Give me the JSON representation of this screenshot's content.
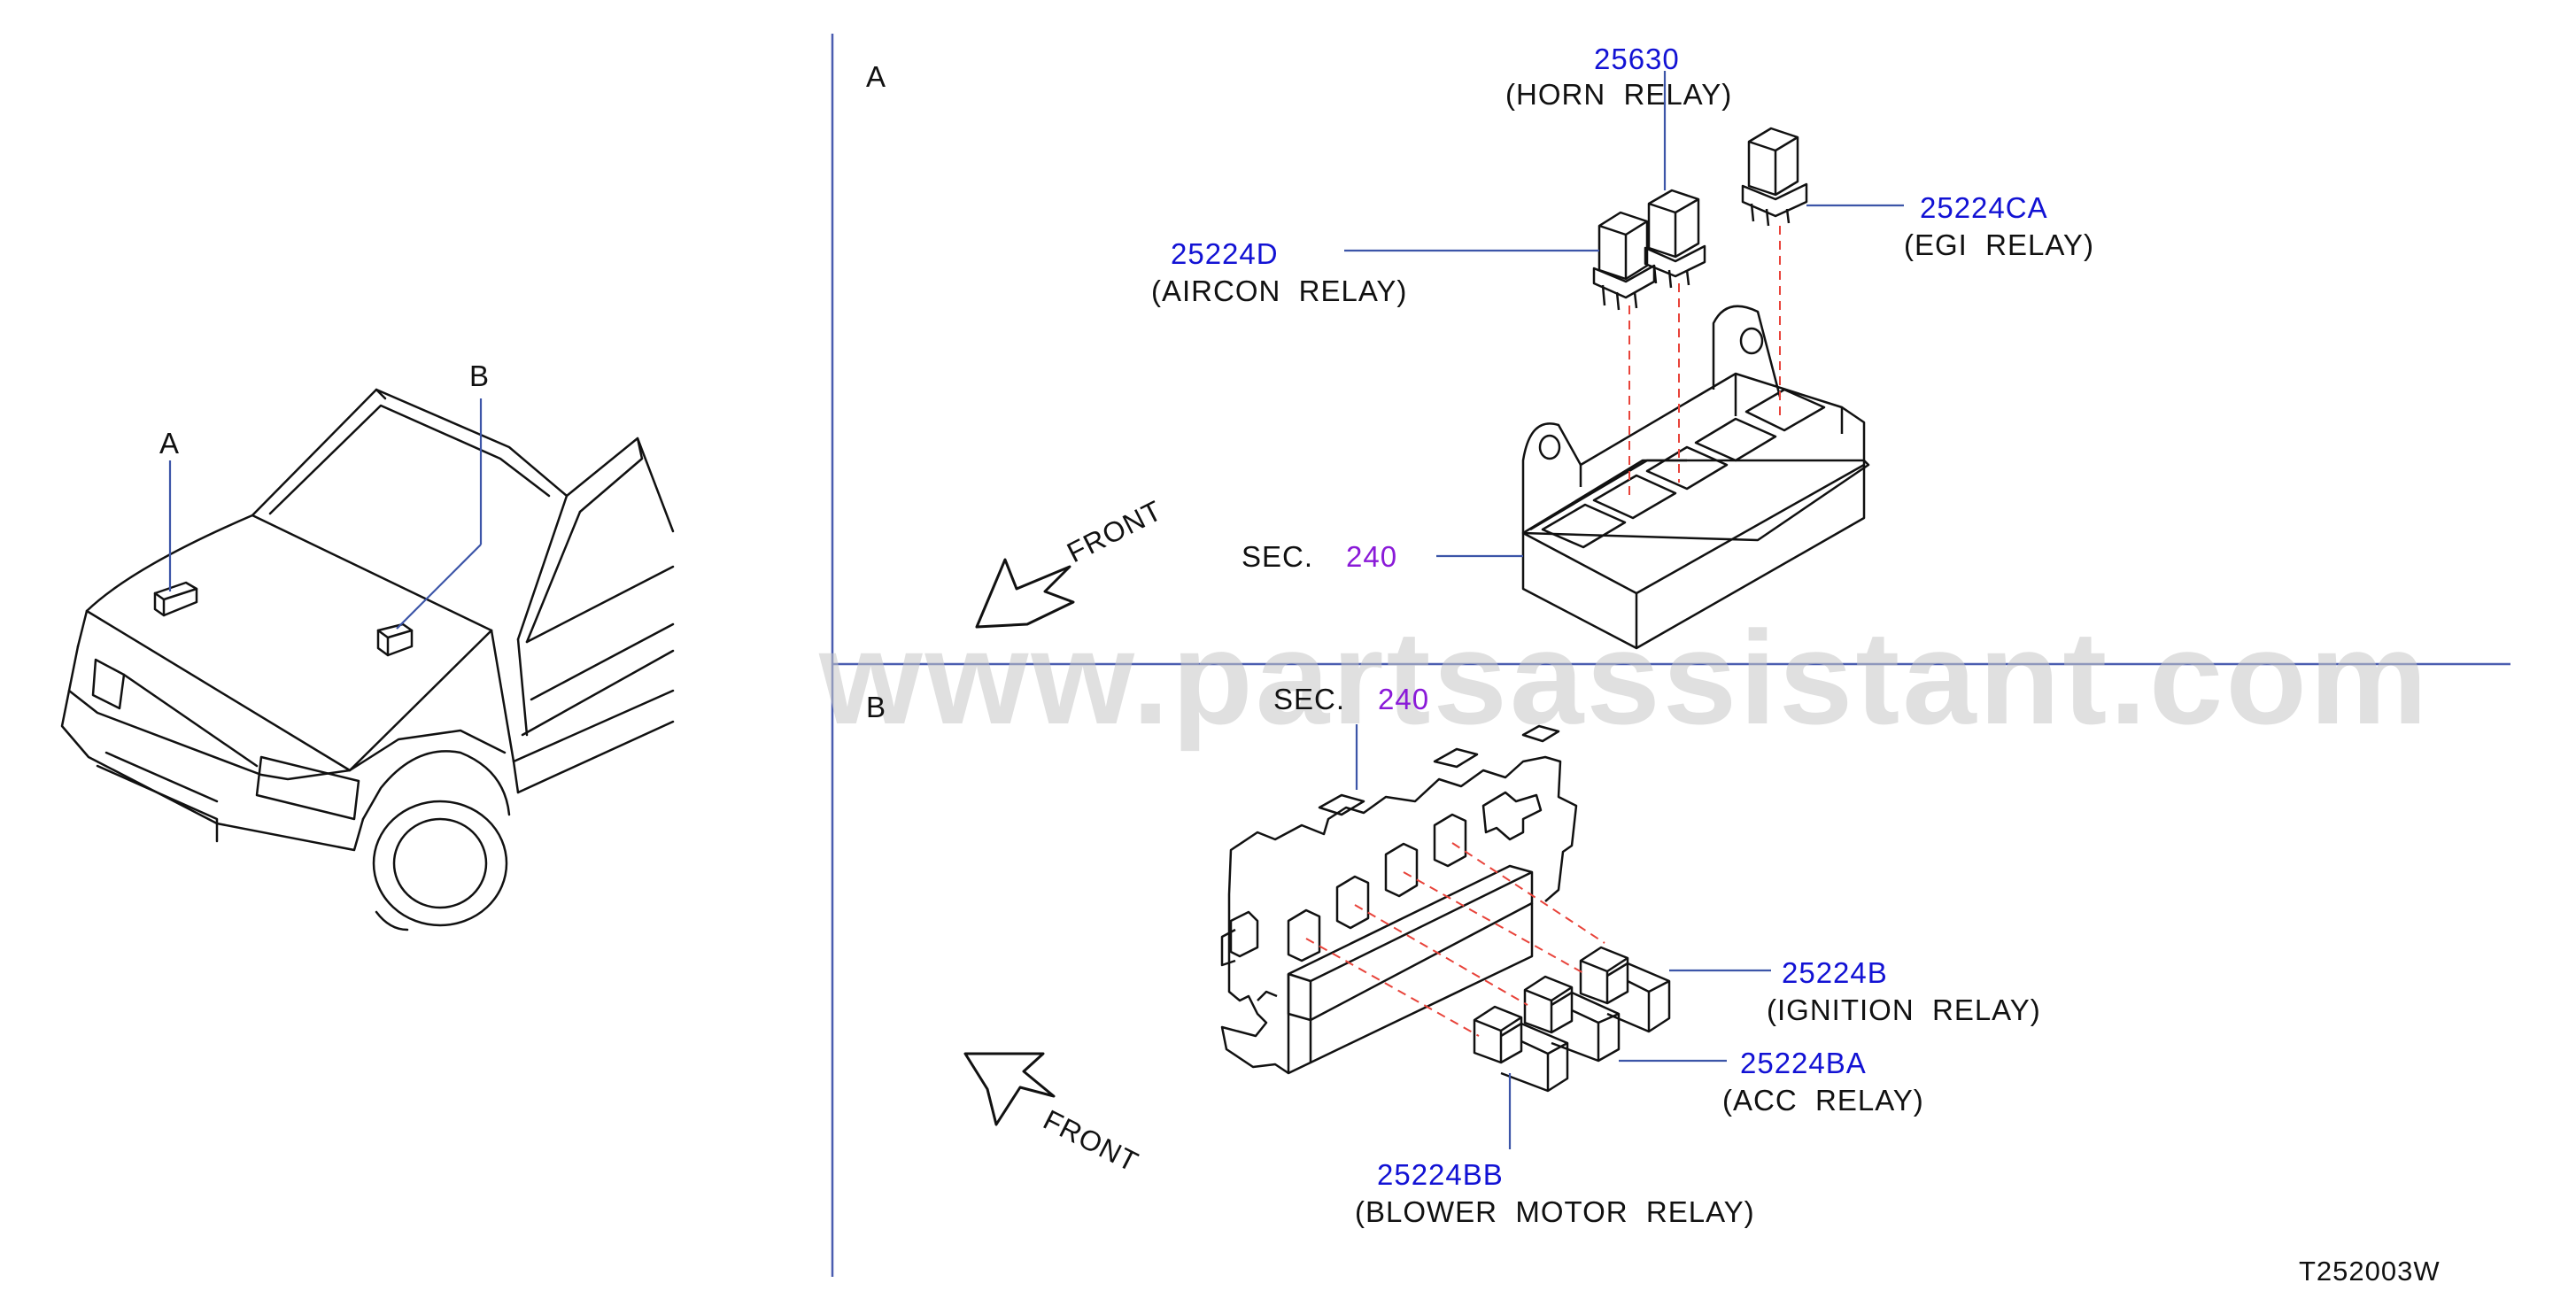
{
  "diagram_code": "T252003W",
  "watermark": "www.partsassistant.com",
  "front_label": "FRONT",
  "views": {
    "a": {
      "letter": "A"
    },
    "b": {
      "letter": "B"
    }
  },
  "section_ref": {
    "prefix": "SEC.",
    "number": "240"
  },
  "parts": [
    {
      "number": "25630",
      "name": "(HORN  RELAY)"
    },
    {
      "number": "25224CA",
      "name": "(EGI  RELAY)"
    },
    {
      "number": "25224D",
      "name": "(AIRCON  RELAY)"
    },
    {
      "number": "25224B",
      "name": "(IGNITION  RELAY)"
    },
    {
      "number": "25224BA",
      "name": "(ACC  RELAY)"
    },
    {
      "number": "25224BB",
      "name": "(BLOWER  MOTOR  RELAY)"
    }
  ],
  "colors": {
    "part_number": "#1212d4",
    "section_number": "#8a1ad8",
    "leader": "#3c55a8",
    "install_dash": "#e8433a",
    "line_art": "#111111",
    "divider": "#4a5db0"
  }
}
